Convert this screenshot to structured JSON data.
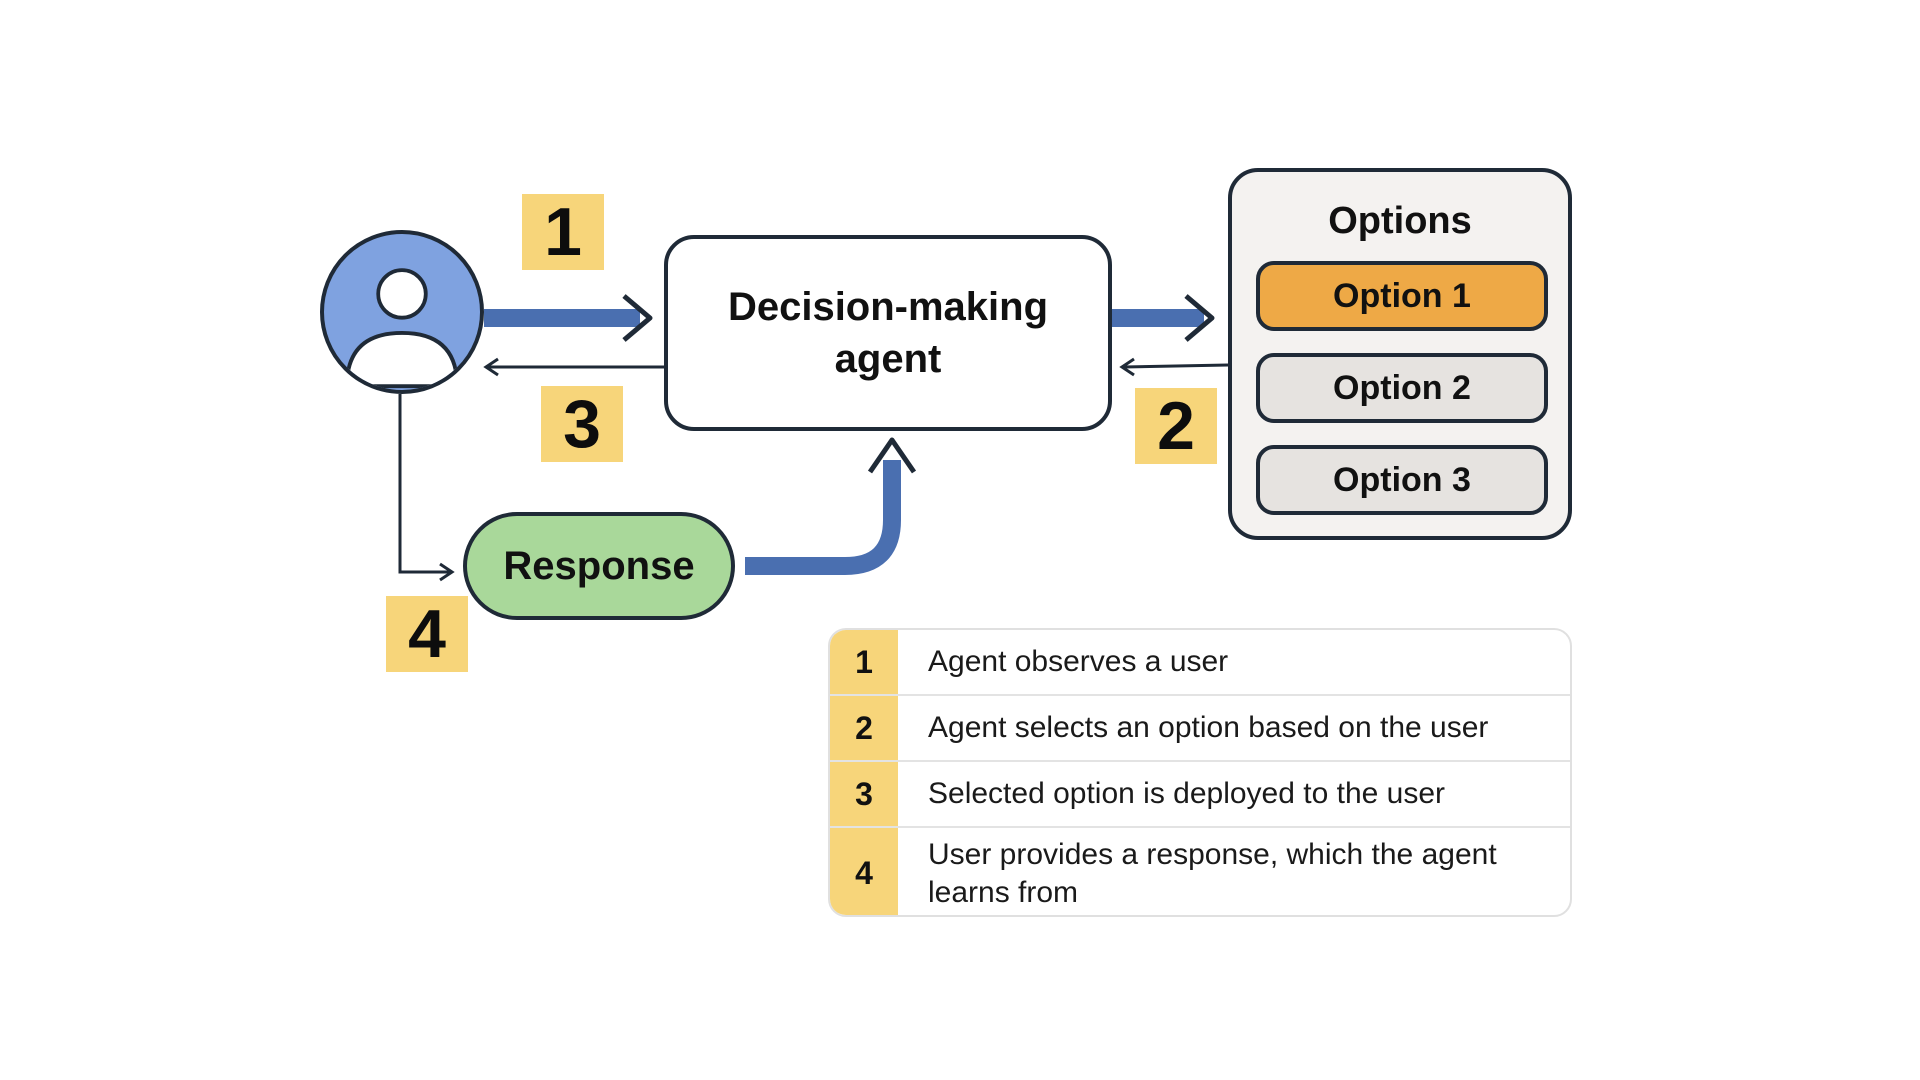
{
  "diagram": {
    "user": {
      "icon": "user-icon",
      "fill": "#7fa2e0"
    },
    "steps": {
      "one": "1",
      "two": "2",
      "three": "3",
      "four": "4"
    },
    "agent": {
      "label": "Decision-making agent"
    },
    "options": {
      "title": "Options",
      "items": [
        {
          "label": "Option 1",
          "selected": true
        },
        {
          "label": "Option 2",
          "selected": false
        },
        {
          "label": "Option 3",
          "selected": false
        }
      ]
    },
    "response": {
      "label": "Response"
    }
  },
  "legend": {
    "rows": [
      {
        "num": "1",
        "text": "Agent observes a user"
      },
      {
        "num": "2",
        "text": "Agent selects an option based on the user"
      },
      {
        "num": "3",
        "text": "Selected option is deployed to the user"
      },
      {
        "num": "4",
        "text": "User provides a response, which the agent learns from"
      }
    ]
  },
  "colors": {
    "badge": "#f7d57a",
    "arrow_blue": "#4a6fb0",
    "outline": "#1f2a37",
    "selected_option": "#eea946",
    "response": "#a9d89a",
    "avatar": "#7fa2e0"
  }
}
